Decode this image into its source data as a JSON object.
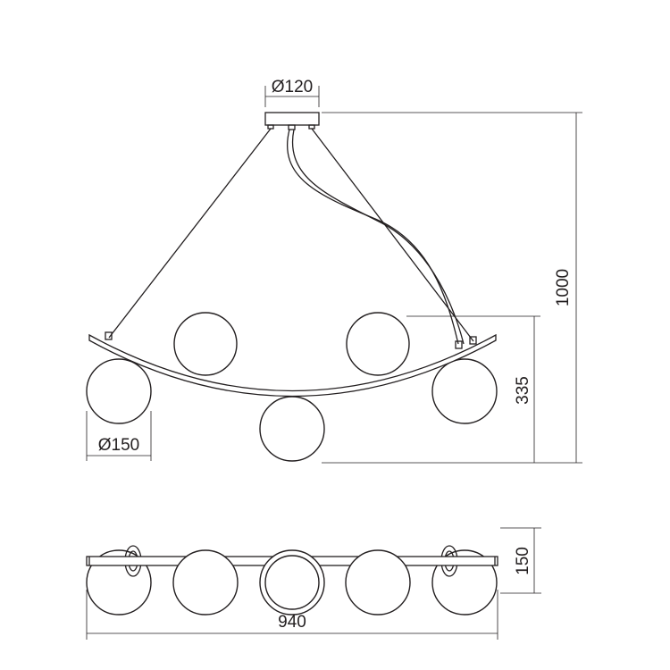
{
  "dimensions": {
    "canopy_diameter": "Ø120",
    "total_height": "1000",
    "fixture_height": "335",
    "globe_diameter": "Ø150",
    "top_view_depth": "150",
    "total_width": "940"
  },
  "colors": {
    "line": "#231f20",
    "background": "#ffffff"
  }
}
